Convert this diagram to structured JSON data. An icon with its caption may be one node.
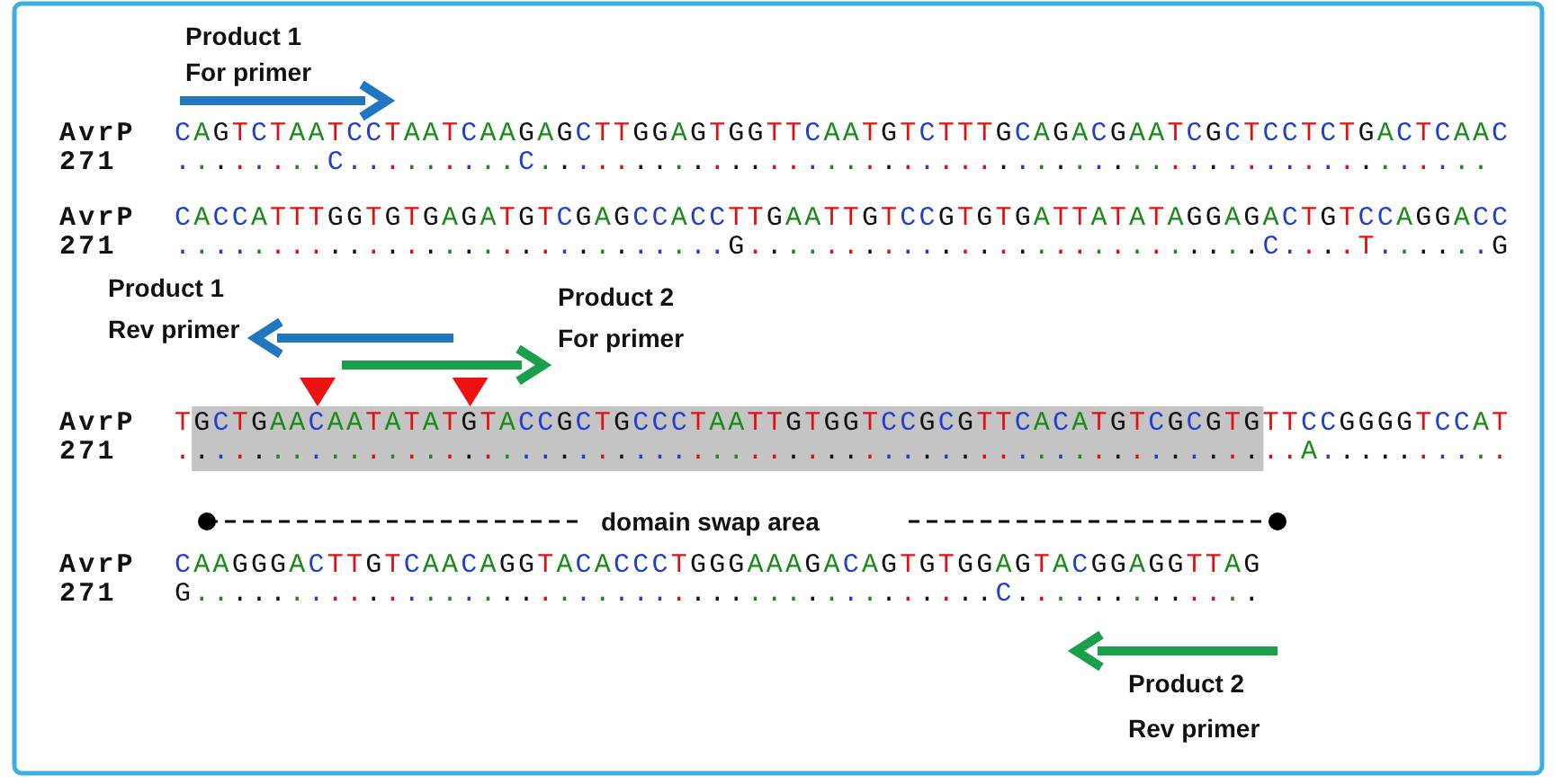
{
  "diagram": {
    "labels": [
      "Product 1",
      "For primer",
      "AvrP",
      "CAGTCTAATCCTAATCAAGAGCTTGGAGTGGTTCAATGTCTTTGCAGACGAATCGCTCCTCTGACTCAAC",
      "271",
      "........C.........C..................................................",
      "AvrP",
      "CACCATTTGGTGTGAGATGTCGAGCCACCTTGAATTGTCCGTGTGATTATATAGGAGACTGTCCAGGACC",
      "271",
      ".............................G...........................C....T......G",
      "Product 1",
      "Rev primer",
      "Product 2",
      "For primer",
      "AvrP",
      "TGCTGAACAATATATGTACCGCTGCCCTAATTGTGGTCCGCGTTCACATGTCGCGTGTTCCGGGGTCCAT",
      "271",
      "...........................................................A..........",
      "domain swap area",
      "AvrP",
      "CAAGGGACTTGTCAACAGGTACACCCTGGGAAAGACAGTGTGGAGTACGGAGGTTAG",
      "271",
      "G..........................................C.............",
      "Product 2",
      "Rev primer"
    ]
  }
}
